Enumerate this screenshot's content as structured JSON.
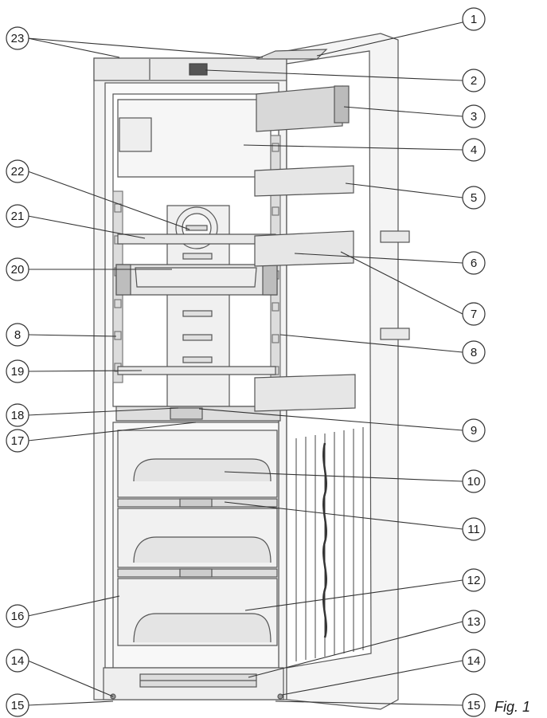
{
  "caption": "Fig. 1",
  "callouts": [
    "1",
    "2",
    "3",
    "4",
    "5",
    "6",
    "7",
    "8",
    "9",
    "10",
    "11",
    "12",
    "13",
    "14",
    "15",
    "16",
    "17",
    "18",
    "19",
    "20",
    "21",
    "22",
    "23"
  ],
  "colors": {
    "outline": "#555555",
    "panel": "#ececec",
    "panel_dark": "#c9c9c9",
    "drawer": "#e6e6e6",
    "line": "#333333"
  }
}
